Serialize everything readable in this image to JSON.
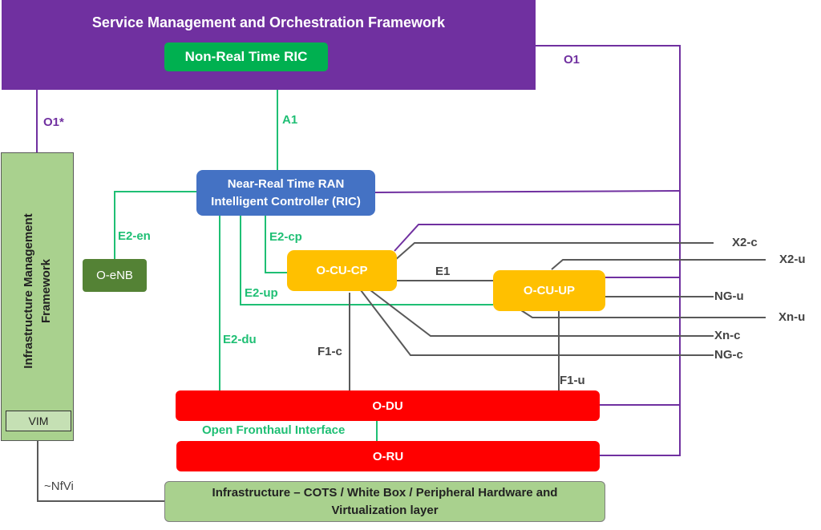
{
  "title": "O-RAN Architecture",
  "colors": {
    "smo": "#7030a0",
    "non_rt_ric": "#00b050",
    "near_rt_ric": "#4472c4",
    "cu": "#ffc000",
    "du_ru": "#ff0000",
    "oenb": "#548235",
    "infra": "#a9d18e",
    "interface_green": "#1fbf74",
    "interface_purple": "#7030a0",
    "interface_grey": "#595959"
  },
  "nodes": {
    "smo": "Service Management and Orchestration Framework",
    "non_rt_ric": "Non-Real Time RIC",
    "near_rt_ric_line1": "Near-Real Time RAN",
    "near_rt_ric_line2": "Intelligent Controller (RIC)",
    "oenb": "O-eNB",
    "ocu_cp": "O-CU-CP",
    "ocu_up": "O-CU-UP",
    "odu": "O-DU",
    "oru": "O-RU",
    "imf": "Infrastructure Management Framework",
    "vim": "VIM",
    "infra_line1": "Infrastructure – COTS / White Box / Peripheral Hardware and",
    "infra_line2": "Virtualization layer"
  },
  "interfaces": {
    "o1": "O1",
    "o1_star": "O1*",
    "a1": "A1",
    "e2_en": "E2-en",
    "e2_cp": "E2-cp",
    "e2_up": "E2-up",
    "e2_du": "E2-du",
    "e1": "E1",
    "f1_c": "F1-c",
    "f1_u": "F1-u",
    "open_fronthaul": "Open Fronthaul Interface",
    "nfvi": "~NfVi",
    "x2_c": "X2-c",
    "x2_u": "X2-u",
    "ng_u": "NG-u",
    "xn_u": "Xn-u",
    "xn_c": "Xn-c",
    "ng_c": "NG-c"
  }
}
